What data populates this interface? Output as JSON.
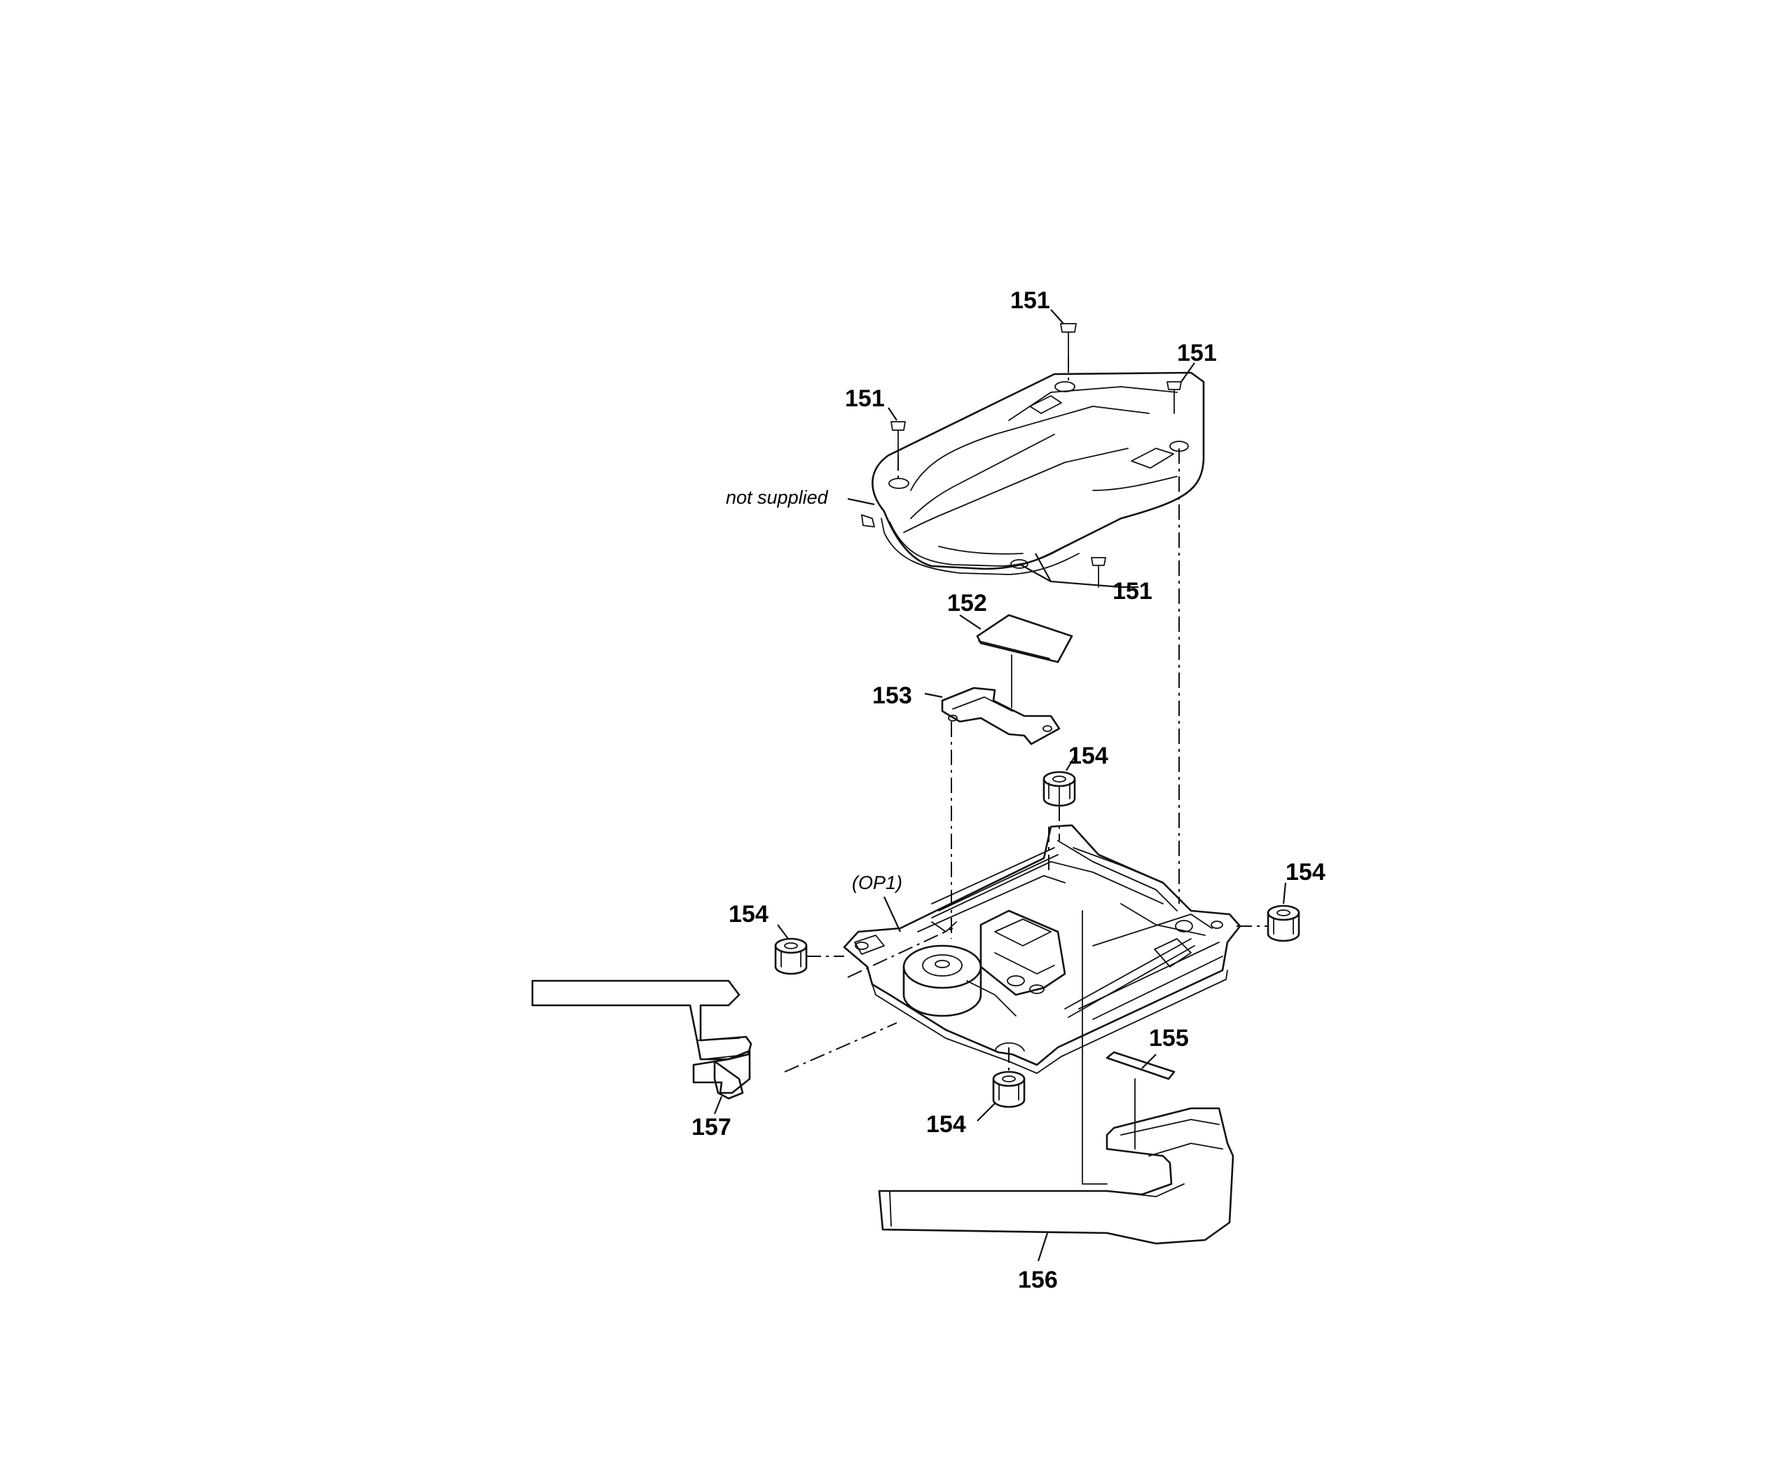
{
  "diagram": {
    "callouts": {
      "screw_top": "151",
      "screw_right": "151",
      "screw_left": "151",
      "screw_lower": "151",
      "sheet": "152",
      "bracket": "153",
      "insulator_top": "154",
      "insulator_right": "154",
      "insulator_left": "154",
      "insulator_bottom": "154",
      "cushion": "155",
      "flat_cable_main": "156",
      "flat_cable_small": "157"
    },
    "annotations": {
      "cover": "not supplied",
      "optical_unit": "(OP1)"
    }
  }
}
